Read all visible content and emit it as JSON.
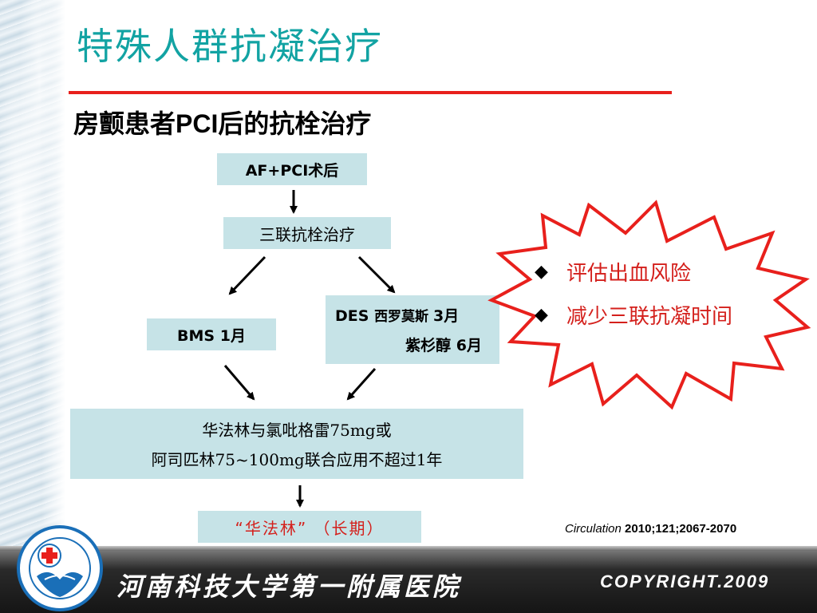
{
  "slide": {
    "title": "特殊人群抗凝治疗",
    "subtitle_pre": "房颤患者",
    "subtitle_bold": "PCI",
    "subtitle_post": "后的抗栓治疗"
  },
  "flow": {
    "top_box": "AF+PCI术后",
    "triple_box": "三联抗栓治疗",
    "bms_box": "BMS 1月",
    "des_line1_prefix": "DES ",
    "des_line1_cn": "西罗莫斯 ",
    "des_line1_suffix": "3月",
    "des_line2": "紫杉醇 6月",
    "combo_line1": "华法林与氯吡格雷75mg或",
    "combo_line2": "阿司匹林75~100mg联合应用不超过1年",
    "long_term_box": "“华法林”  （长期）"
  },
  "callout": {
    "items": [
      "评估出血风险",
      "减少三联抗凝时间"
    ],
    "bullet": "◆",
    "border_color": "#e8201c",
    "text_color": "#d4201c"
  },
  "citation": {
    "journal": "Circulation",
    "details": " 2010;121;2067-2070"
  },
  "footer": {
    "institution": "河南科技大学第一附属医院",
    "copyright": "COPYRIGHT.2009"
  },
  "colors": {
    "title": "#12a3a3",
    "rule": "#e8201c",
    "box_fill": "#c6e3e7",
    "long_term_text": "#d4201c"
  }
}
